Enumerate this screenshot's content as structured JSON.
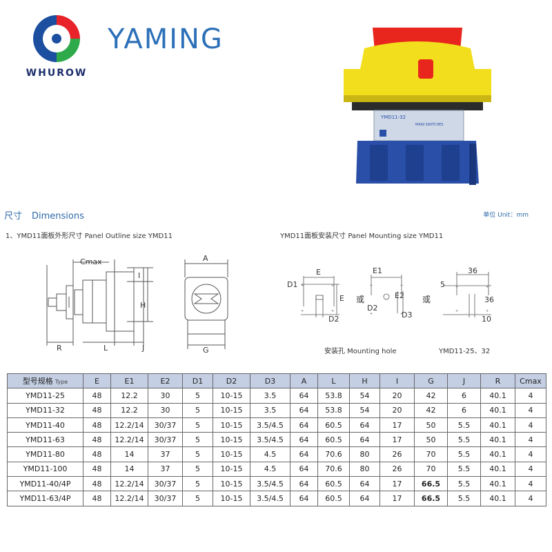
{
  "logo": {
    "wordmark": "WHUROW",
    "colors": {
      "red": "#e8232a",
      "blue": "#1d4fa0",
      "green": "#2eaa4a"
    }
  },
  "brand": {
    "name": "YAMING",
    "color": "#2c70b8"
  },
  "product": {
    "label_model": "YMD11-32",
    "label_type": "MAIN SWITCHES",
    "colors": {
      "knob": "#e8261d",
      "face": "#f2de1c",
      "body": "#2a4fa8"
    }
  },
  "section": {
    "title_cn": "尺寸",
    "title_en": "Dimensions",
    "unit": "单位 Unit：mm"
  },
  "outline": {
    "caption": "1、YMD11面板外形尺寸 Panel Outline size YMD11",
    "labels": {
      "cmax": "Cmax",
      "i": "I",
      "h": "H",
      "r": "R",
      "l": "L",
      "j": "J",
      "a": "A",
      "g": "G"
    }
  },
  "mounting": {
    "caption": "YMD11面板安装尺寸 Panel Mounting size YMD11",
    "labels": {
      "e": "E",
      "d1": "D1",
      "d2": "D2",
      "e1": "E1",
      "e2": "E2",
      "d3": "D3",
      "or": "或"
    },
    "third": {
      "top": "36",
      "left": "5",
      "right": "36",
      "bottom": "10"
    },
    "hole_caption": "安装孔 Mounting hole",
    "model_caption": "YMD11-25、32"
  },
  "table": {
    "headers": [
      {
        "cn": "型号规格",
        "en": "Type"
      },
      {
        "cn": "E"
      },
      {
        "cn": "E1"
      },
      {
        "cn": "E2"
      },
      {
        "cn": "D1"
      },
      {
        "cn": "D2"
      },
      {
        "cn": "D3"
      },
      {
        "cn": "A"
      },
      {
        "cn": "L"
      },
      {
        "cn": "H"
      },
      {
        "cn": "I"
      },
      {
        "cn": "G"
      },
      {
        "cn": "J"
      },
      {
        "cn": "R"
      },
      {
        "cn": "Cmax"
      }
    ],
    "rows": [
      [
        "YMD11-25",
        "48",
        "12.2",
        "30",
        "5",
        "10-15",
        "3.5",
        "64",
        "53.8",
        "54",
        "20",
        "42",
        "6",
        "40.1",
        "4"
      ],
      [
        "YMD11-32",
        "48",
        "12.2",
        "30",
        "5",
        "10-15",
        "3.5",
        "64",
        "53.8",
        "54",
        "20",
        "42",
        "6",
        "40.1",
        "4"
      ],
      [
        "YMD11-40",
        "48",
        "12.2/14",
        "30/37",
        "5",
        "10-15",
        "3.5/4.5",
        "64",
        "60.5",
        "64",
        "17",
        "50",
        "5.5",
        "40.1",
        "4"
      ],
      [
        "YMD11-63",
        "48",
        "12.2/14",
        "30/37",
        "5",
        "10-15",
        "3.5/4.5",
        "64",
        "60.5",
        "64",
        "17",
        "50",
        "5.5",
        "40.1",
        "4"
      ],
      [
        "YMD11-80",
        "48",
        "14",
        "37",
        "5",
        "10-15",
        "4.5",
        "64",
        "70.6",
        "80",
        "26",
        "70",
        "5.5",
        "40.1",
        "4"
      ],
      [
        "YMD11-100",
        "48",
        "14",
        "37",
        "5",
        "10-15",
        "4.5",
        "64",
        "70.6",
        "80",
        "26",
        "70",
        "5.5",
        "40.1",
        "4"
      ],
      [
        "YMD11-40/4P",
        "48",
        "12.2/14",
        "30/37",
        "5",
        "10-15",
        "3.5/4.5",
        "64",
        "60.5",
        "64",
        "17",
        "66.5",
        "5.5",
        "40.1",
        "4"
      ],
      [
        "YMD11-63/4P",
        "48",
        "12.2/14",
        "30/37",
        "5",
        "10-15",
        "3.5/4.5",
        "64",
        "60.5",
        "64",
        "17",
        "66.5",
        "5.5",
        "40.1",
        "4"
      ]
    ],
    "header_color": "#c4cfe4"
  }
}
